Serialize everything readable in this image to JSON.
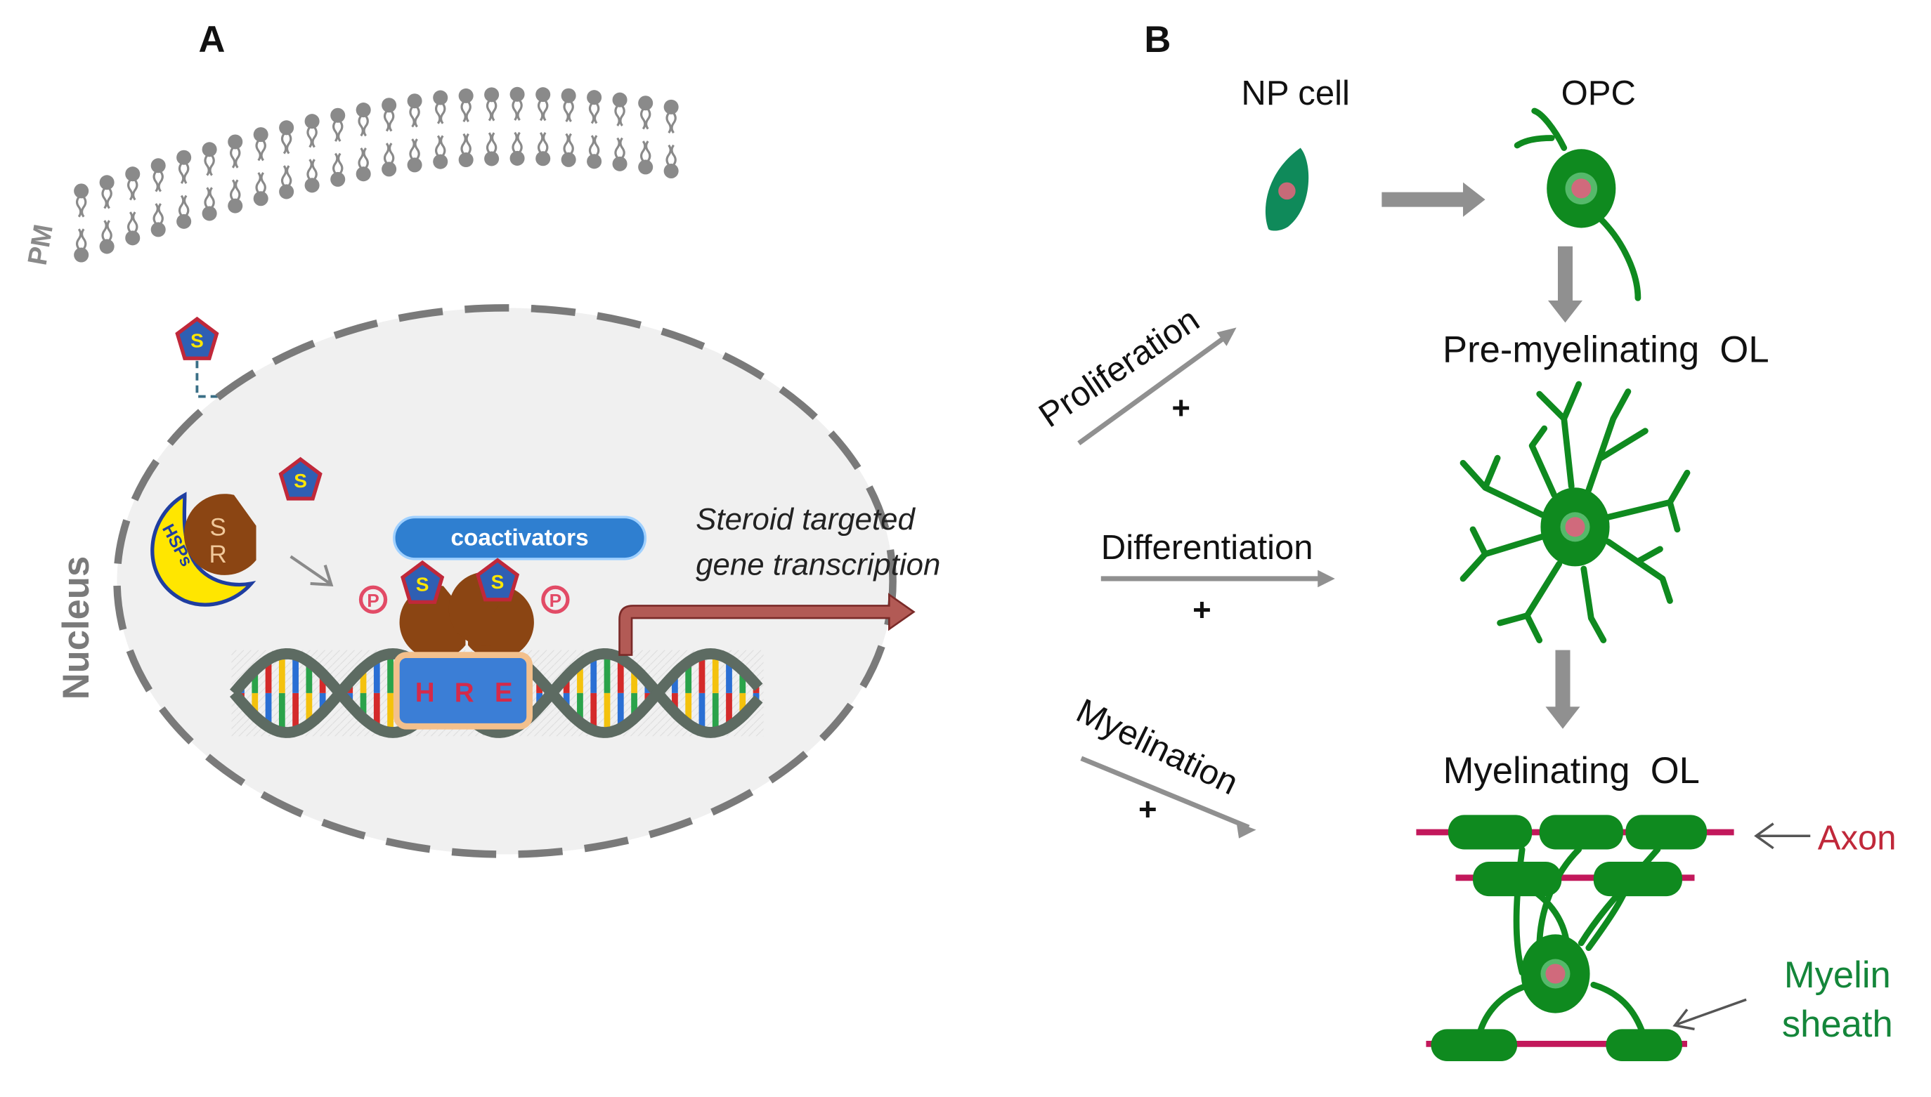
{
  "panel_a": {
    "letter": "A",
    "pm_label": "PM",
    "nucleus_label": "Nucleus",
    "steroid_symbol": "S",
    "receptor_letter_s": "S",
    "receptor_letter_r": "R",
    "hsps_label": "HSPs",
    "phospho_label": "P",
    "coactivators_label": "coactivators",
    "hre_letters": [
      "H",
      "R",
      "E"
    ],
    "transcription_line1": "Steroid targeted",
    "transcription_line2": "gene transcription"
  },
  "panel_b": {
    "letter": "B",
    "np_cell_label": "NP cell",
    "opc_label": "OPC",
    "pre_myelinating_label": "Pre-myelinating  OL",
    "myelinating_label": "Myelinating  OL",
    "axon_label": "Axon",
    "myelin_line1": "Myelin",
    "myelin_line2": "sheath",
    "processes": [
      {
        "label": "Proliferation",
        "sign": "+"
      },
      {
        "label": "Differentiation",
        "sign": "+"
      },
      {
        "label": "Myelination",
        "sign": "+"
      }
    ]
  },
  "colors": {
    "membrane": "#8a8a8a",
    "cell_green": "#0f8a1f",
    "cell_dark": "#0a5c14",
    "nucleus_pink": "#d06a7c",
    "axon_red": "#c2185b",
    "steroid_blue": "#2f5fb3",
    "steroid_red": "#c0283a",
    "steroid_yellow": "#ffe600",
    "receptor_brown": "#8b4513",
    "hsps_yellow": "#ffe600",
    "coactivator_blue": "#2f7fd0",
    "hre_box": "#3b7ed6",
    "hre_border": "#f3c08c",
    "dna_gray": "#5d6b62",
    "transcription_arrow": "#b25a55",
    "myelin_text": "#14863a",
    "axon_text": "#c0283a",
    "gray_arrow": "#909090"
  }
}
